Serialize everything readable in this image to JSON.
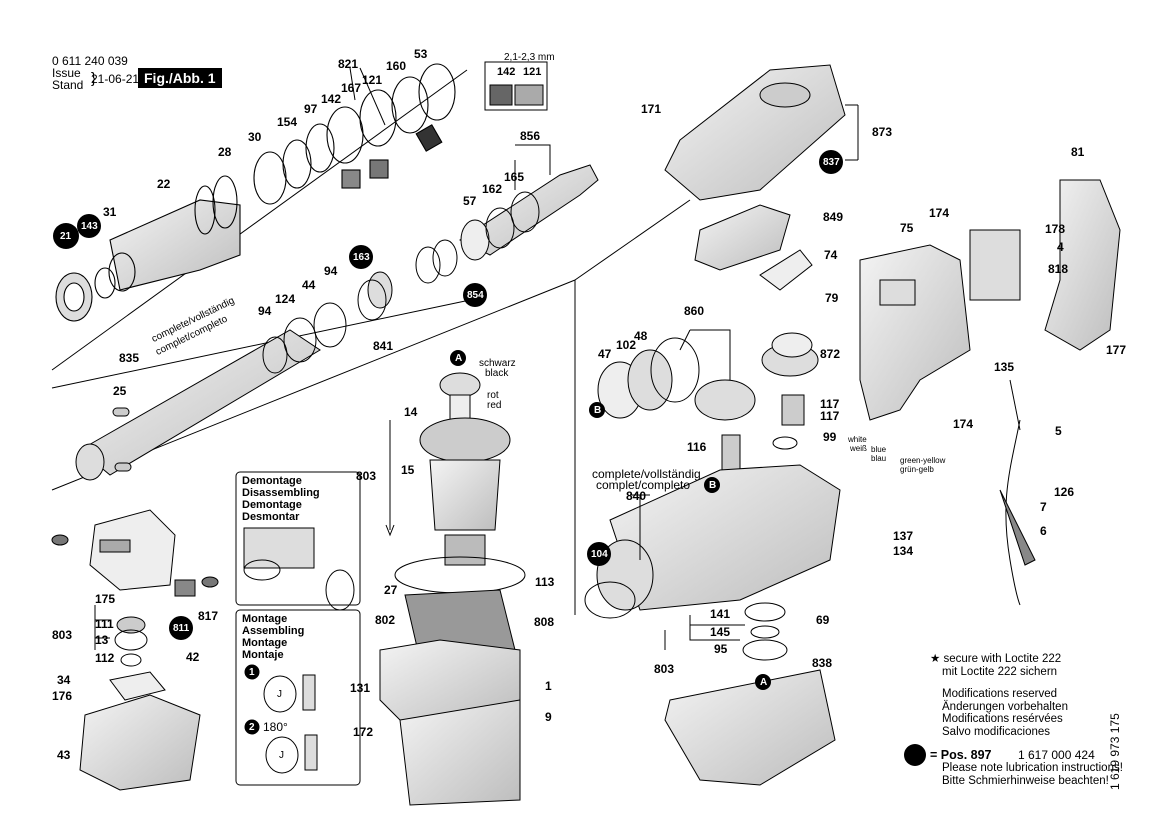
{
  "header": {
    "doc_number": "0 611 240 039",
    "issue_label": "Issue",
    "stand_label": "Stand",
    "date": "21-06-21",
    "figure": "Fig./Abb. 1"
  },
  "seal_detail": {
    "gap": "2,1-2,3 mm",
    "parts": [
      "142",
      "121"
    ]
  },
  "callouts": [
    {
      "id": "53",
      "text": "53"
    },
    {
      "id": "821",
      "text": "821"
    },
    {
      "id": "160",
      "text": "160"
    },
    {
      "id": "167",
      "text": "167"
    },
    {
      "id": "121",
      "text": "121"
    },
    {
      "id": "97",
      "text": "97"
    },
    {
      "id": "142",
      "text": "142"
    },
    {
      "id": "154",
      "text": "154"
    },
    {
      "id": "30",
      "text": "30"
    },
    {
      "id": "28",
      "text": "28"
    },
    {
      "id": "22",
      "text": "22"
    },
    {
      "id": "31",
      "text": "31"
    },
    {
      "id": "856",
      "text": "856"
    },
    {
      "id": "165",
      "text": "165"
    },
    {
      "id": "162",
      "text": "162"
    },
    {
      "id": "57",
      "text": "57"
    },
    {
      "id": "94a",
      "text": "94"
    },
    {
      "id": "44",
      "text": "44"
    },
    {
      "id": "124",
      "text": "124"
    },
    {
      "id": "94b",
      "text": "94"
    },
    {
      "id": "841",
      "text": "841"
    },
    {
      "id": "835",
      "text": "835"
    },
    {
      "id": "25",
      "text": "25"
    },
    {
      "id": "171",
      "text": "171"
    },
    {
      "id": "873",
      "text": "873"
    },
    {
      "id": "849",
      "text": "849"
    },
    {
      "id": "74",
      "text": "74"
    },
    {
      "id": "79",
      "text": "79"
    },
    {
      "id": "81",
      "text": "81"
    },
    {
      "id": "174a",
      "text": "174"
    },
    {
      "id": "75",
      "text": "75"
    },
    {
      "id": "178",
      "text": "178"
    },
    {
      "id": "4",
      "text": "4"
    },
    {
      "id": "818",
      "text": "818"
    },
    {
      "id": "177",
      "text": "177"
    },
    {
      "id": "860",
      "text": "860"
    },
    {
      "id": "48",
      "text": "48"
    },
    {
      "id": "102",
      "text": "102"
    },
    {
      "id": "47",
      "text": "47"
    },
    {
      "id": "872",
      "text": "872"
    },
    {
      "id": "117a",
      "text": "117"
    },
    {
      "id": "117b",
      "text": "117"
    },
    {
      "id": "99",
      "text": "99"
    },
    {
      "id": "116",
      "text": "116"
    },
    {
      "id": "135",
      "text": "135"
    },
    {
      "id": "174b",
      "text": "174"
    },
    {
      "id": "5",
      "text": "5"
    },
    {
      "id": "126",
      "text": "126"
    },
    {
      "id": "7",
      "text": "7"
    },
    {
      "id": "6",
      "text": "6"
    },
    {
      "id": "840",
      "text": "840"
    },
    {
      "id": "137",
      "text": "137"
    },
    {
      "id": "134",
      "text": "134"
    },
    {
      "id": "69",
      "text": "69"
    },
    {
      "id": "141",
      "text": "141"
    },
    {
      "id": "145",
      "text": "145"
    },
    {
      "id": "95",
      "text": "95"
    },
    {
      "id": "803a",
      "text": "803"
    },
    {
      "id": "838",
      "text": "838"
    },
    {
      "id": "14",
      "text": "14"
    },
    {
      "id": "803b",
      "text": "803"
    },
    {
      "id": "15",
      "text": "15"
    },
    {
      "id": "27",
      "text": "27"
    },
    {
      "id": "113",
      "text": "113"
    },
    {
      "id": "802",
      "text": "802"
    },
    {
      "id": "808",
      "text": "808"
    },
    {
      "id": "131",
      "text": "131"
    },
    {
      "id": "1",
      "text": "1"
    },
    {
      "id": "9",
      "text": "9"
    },
    {
      "id": "172",
      "text": "172"
    },
    {
      "id": "175",
      "text": "175"
    },
    {
      "id": "817",
      "text": "817"
    },
    {
      "id": "803c",
      "text": "803"
    },
    {
      "id": "111",
      "text": "111"
    },
    {
      "id": "13",
      "text": "13"
    },
    {
      "id": "112",
      "text": "112"
    },
    {
      "id": "42",
      "text": "42"
    },
    {
      "id": "34",
      "text": "34"
    },
    {
      "id": "176",
      "text": "176"
    },
    {
      "id": "43",
      "text": "43"
    }
  ],
  "circled_callouts": [
    {
      "id": "21",
      "text": "21"
    },
    {
      "id": "143",
      "text": "143"
    },
    {
      "id": "163",
      "text": "163"
    },
    {
      "id": "854",
      "text": "854"
    },
    {
      "id": "837",
      "text": "837"
    },
    {
      "id": "104",
      "text": "104"
    },
    {
      "id": "811",
      "text": "811"
    },
    {
      "id": "A1",
      "text": "A"
    },
    {
      "id": "A2",
      "text": "A"
    },
    {
      "id": "B1",
      "text": "B"
    },
    {
      "id": "B2",
      "text": "B"
    }
  ],
  "wire_labels": {
    "black_de": "schwarz",
    "black_en": "black",
    "red_de": "rot",
    "red_en": "red",
    "white_en": "white",
    "white_de": "weiß",
    "blue_en": "blue",
    "blue_de": "blau",
    "green_yellow_en": "green-yellow",
    "green_yellow_de": "grün-gelb"
  },
  "complete_labels": {
    "left_line1": "complete/vollständig",
    "left_line2": "complet/completo",
    "mid_line1": "complete/vollständig",
    "mid_line2": "complet/completo"
  },
  "instructions": {
    "disassembly": [
      "Demontage",
      "Disassembling",
      "Demontage",
      "Desmontar"
    ],
    "assembly": [
      "Montage",
      "Assembling",
      "Montage",
      "Montaje"
    ],
    "step1": "1",
    "step2": "2",
    "angle": "180°",
    "spring_label": "J"
  },
  "notes": {
    "loctite_en": "secure with Loctite 222",
    "loctite_de": "mit Loctite 222 sichern",
    "mod": [
      "Modifications reserved",
      "Änderungen vorbehalten",
      "Modifications resérvées",
      "Salvo modificaciones"
    ],
    "pos_label": "= Pos. 897",
    "pos_number": "1 617 000 424",
    "lub": [
      "Please note lubrication instructions!",
      "Bitte Schmierhinweise beachten!"
    ],
    "side_code": "1 619 973 175"
  }
}
